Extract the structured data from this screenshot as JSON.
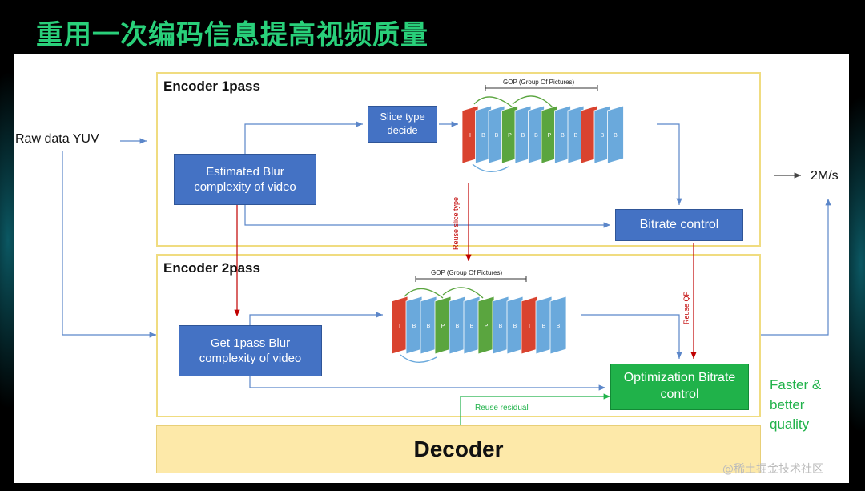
{
  "slide": {
    "title": "重用一次编码信息提高视频质量"
  },
  "diagram": {
    "input_label": "Raw data YUV",
    "output_label": "2M/s",
    "encoder1": {
      "label": "Encoder 1pass",
      "slice_box": "Slice type decide",
      "blur_box": "Estimated Blur complexity of video",
      "bitrate_box": "Bitrate control",
      "gop_label": "GOP (Group Of Pictures)",
      "frames": [
        "I",
        "B",
        "B",
        "P",
        "B",
        "B",
        "P",
        "B",
        "B",
        "I",
        "B",
        "B"
      ]
    },
    "encoder2": {
      "label": "Encoder 2pass",
      "blur_box": "Get 1pass Blur complexity of video",
      "opt_box": "Optimization Bitrate control",
      "gop_label": "GOP (Group Of Pictures)",
      "frames": [
        "I",
        "B",
        "B",
        "P",
        "B",
        "B",
        "P",
        "B",
        "B",
        "I",
        "B",
        "B"
      ]
    },
    "reuse_slice_label": "Reuse slice type",
    "reuse_qp_label": "Reuse QP",
    "reuse_residual_label": "Reuse residual",
    "decoder_label": "Decoder",
    "side_note": "Faster & better quality",
    "colors": {
      "blue": "#4472c4",
      "green": "#20b24a",
      "red": "#c00000",
      "frame_i": "#d9432f",
      "frame_p": "#5aa53f",
      "frame_b": "#6aa9dc",
      "border": "#f0dc80",
      "decoder": "#fde9a9"
    }
  },
  "watermark": "@稀土掘金技术社区"
}
